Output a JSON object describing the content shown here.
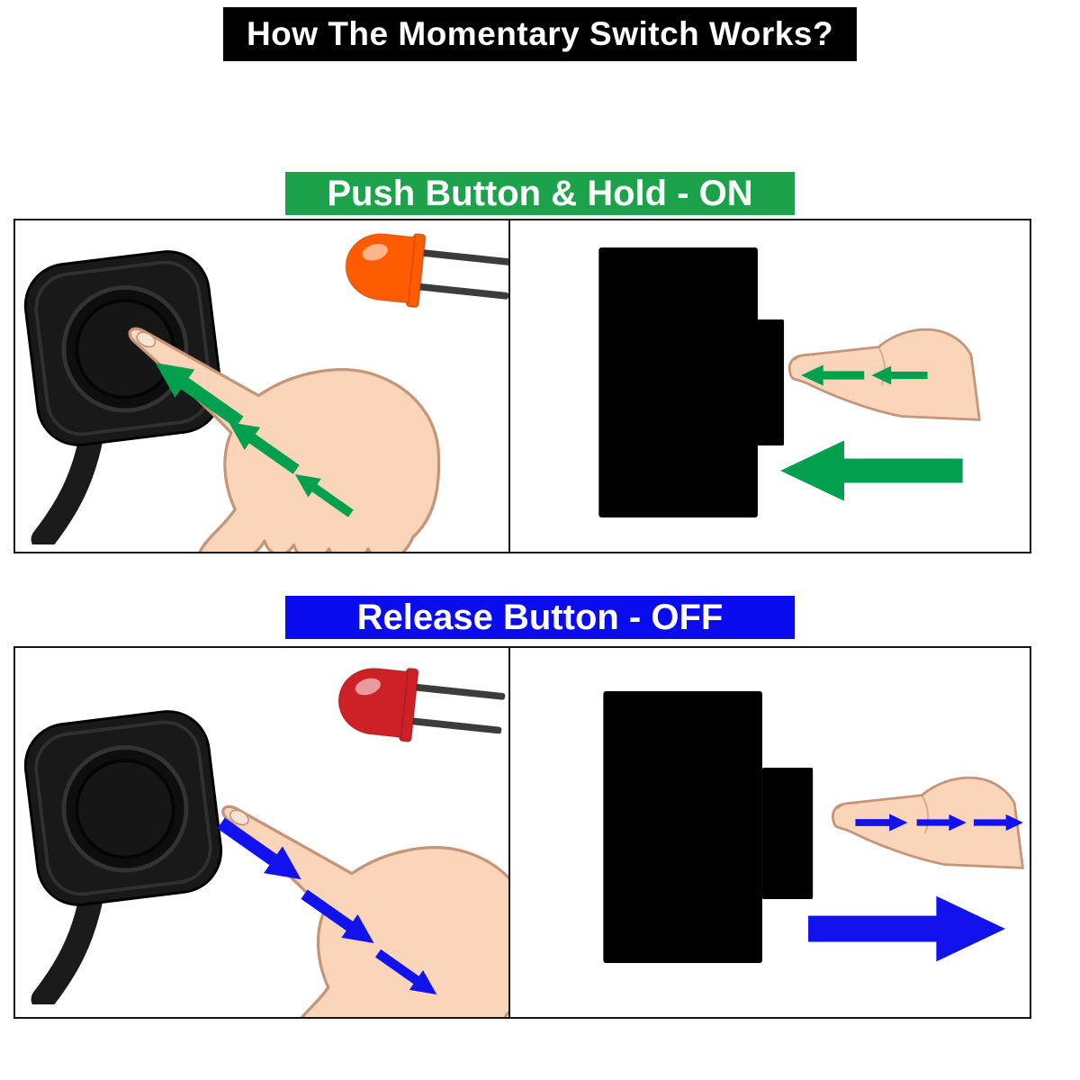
{
  "title": {
    "label": "How The Momentary Switch Works?",
    "bg_color": "#000000",
    "text_color": "#ffffff"
  },
  "sections": [
    {
      "id": "push-hold-on",
      "banner": {
        "label": "Push Button & Hold - ON",
        "bg_color": "#1BA24A",
        "text_color": "#ffffff"
      },
      "arrow_color": "#00A04E",
      "led": {
        "state": "on",
        "color": "#FF5C00"
      }
    },
    {
      "id": "release-off",
      "banner": {
        "label": "Release Button - OFF",
        "bg_color": "#0B0BEF",
        "text_color": "#ffffff"
      },
      "arrow_color": "#1212EE",
      "led": {
        "state": "off",
        "color": "#CE2127"
      }
    }
  ]
}
